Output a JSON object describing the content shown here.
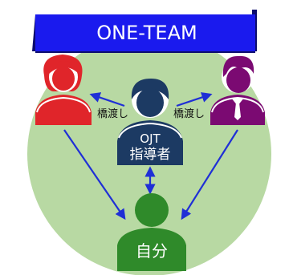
{
  "banner": {
    "title": "ONE-TEAM"
  },
  "bridges": {
    "left": "橋渡し",
    "right": "橋渡し"
  },
  "mentor": {
    "line1": "OJT",
    "line2": "指導者"
  },
  "self": {
    "label": "自分"
  },
  "colors": {
    "banner_fill": "#1a1aee",
    "banner_shadow": "#0d0d6e",
    "circle": "#b8d9a3",
    "red_person": "#e0252a",
    "purple_person": "#7b0a72",
    "navy_person": "#1c3a63",
    "green_person": "#2f8a2a",
    "arrow": "#1f2fd6"
  }
}
